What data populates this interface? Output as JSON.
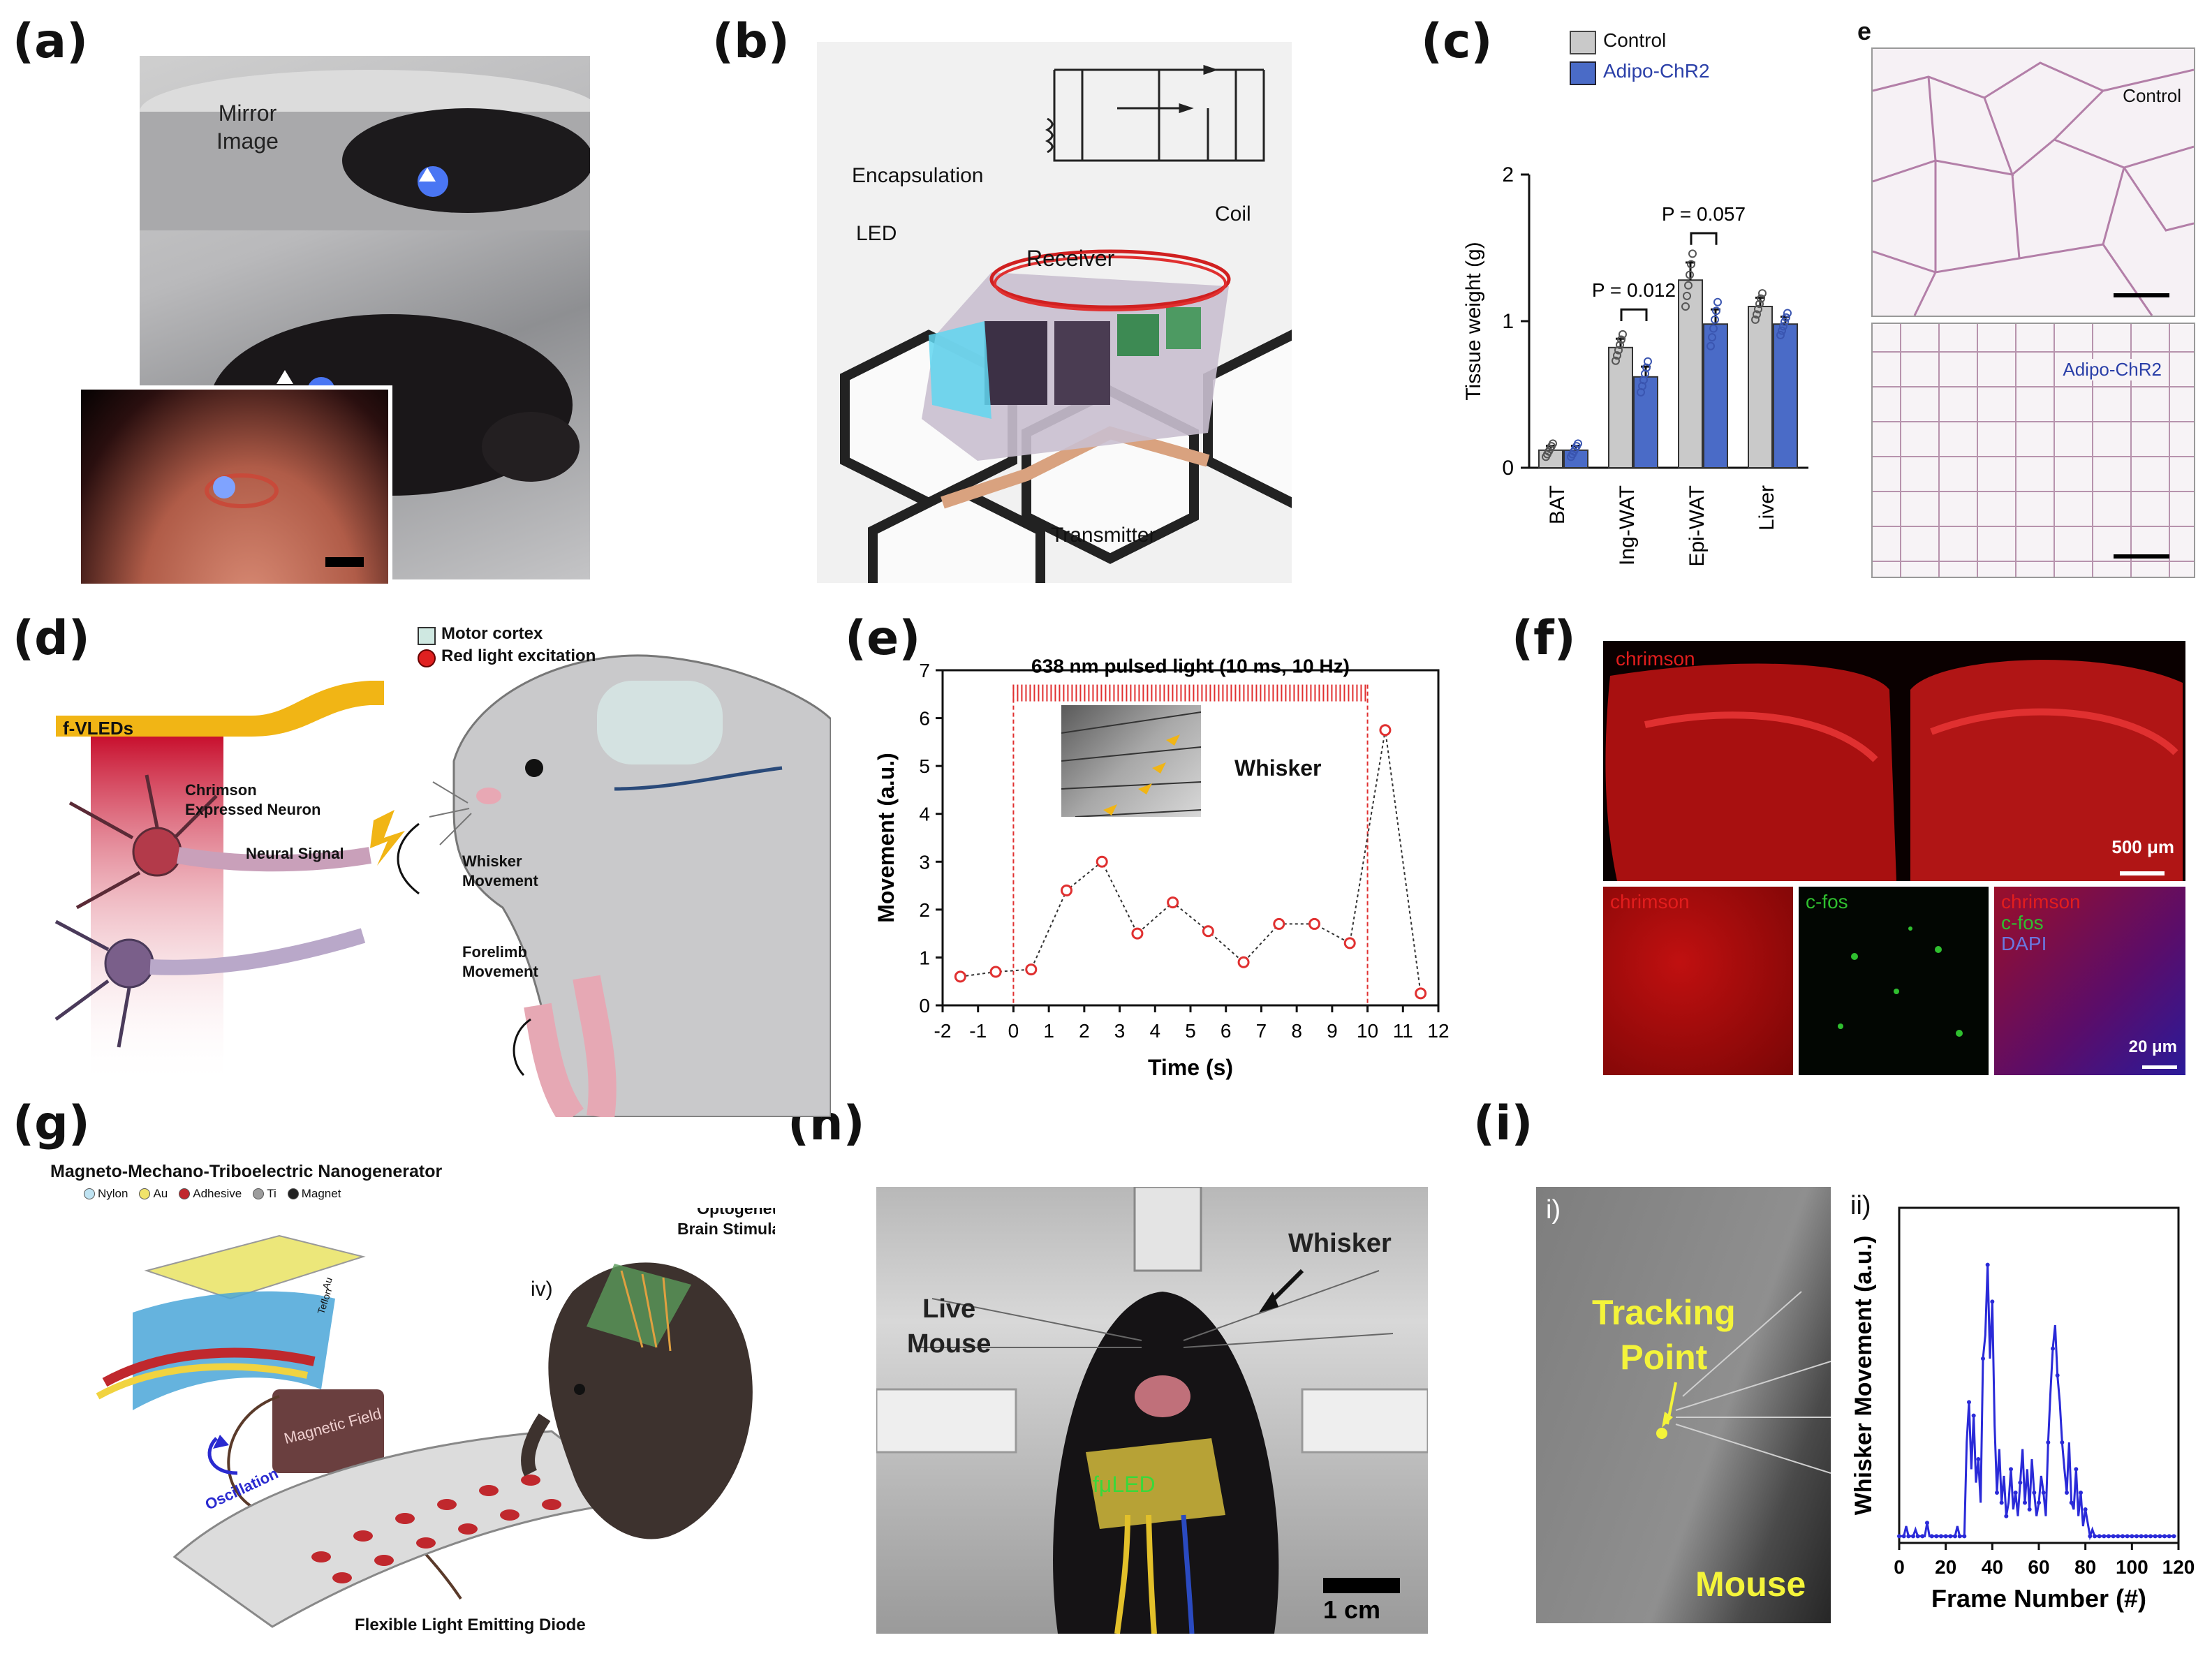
{
  "panels": {
    "a": {
      "letter": "(a)",
      "mirror_image": "Mirror\nImage"
    },
    "b": {
      "letter": "(b)",
      "encapsulation": "Encapsulation",
      "coil": "Coil",
      "led": "LED",
      "receiver": "Receiver",
      "transmitter": "Transmitter"
    },
    "c": {
      "letter": "(c)",
      "e_letter": "e",
      "legend_control": "Control",
      "legend_chr2": "Adipo-ChR2",
      "hist_control": "Control",
      "hist_chr2": "Adipo-ChR2"
    },
    "d": {
      "letter": "(d)",
      "legend_motor": "Motor cortex",
      "legend_red": "Red light excitation",
      "fvleds": "f-VLEDs",
      "chrimson": "Chrimson\nExpressed Neuron",
      "neural_signal": "Neural Signal",
      "whisker_movement": "Whisker\nMovement",
      "forelimb_movement": "Forelimb\nMovement"
    },
    "e": {
      "letter": "(e)",
      "inset_label": "Whisker"
    },
    "f": {
      "letter": "(f)",
      "chrimson_top": "chrimson",
      "scale_top": "500 μm",
      "tile1": "chrimson",
      "tile2": "c-fos",
      "tile3_a": "chrimson",
      "tile3_b": "c-fos",
      "tile3_c": "DAPI",
      "scale_bottom": "20 μm"
    },
    "g": {
      "letter": "(g)",
      "title": "Magneto-Mechano-Triboelectric Nanogenerator",
      "legend": [
        "Nylon",
        "Au",
        "Adhesive",
        "Ti",
        "Magnet"
      ],
      "legend_colors": [
        "#bfe3f2",
        "#f1e36b",
        "#c0282d",
        "#9c9c9c",
        "#222222"
      ],
      "self_powered": "Self-Powered\nOptogenetic\nBrain Stimulation",
      "iv": "iv)",
      "magnetic_field": "Magnetic Field",
      "oscillation": "Oscillation",
      "flexible_led": "Flexible Light Emitting Diode",
      "au": "Au",
      "teflon": "Teflon"
    },
    "h": {
      "letter": "(h)",
      "live_mouse": "Live\nMouse",
      "whisker": "Whisker",
      "fuled": "fμLED",
      "scale": "1 cm"
    },
    "i": {
      "letter": "(i)",
      "sub_i": "i)",
      "sub_ii": "ii)",
      "tracking_point": "Tracking\nPoint",
      "mouse": "Mouse"
    }
  },
  "chart_data": [
    {
      "id": "c",
      "type": "bar",
      "ylabel": "Tissue weight (g)",
      "ylim": [
        0,
        2
      ],
      "yticks": [
        0,
        1,
        2
      ],
      "categories": [
        "BAT",
        "Ing-WAT",
        "Epi-WAT",
        "Liver"
      ],
      "series": [
        {
          "name": "Control",
          "color": "#c9c9c9",
          "values": [
            0.12,
            0.82,
            1.28,
            1.1
          ],
          "errors": [
            0.03,
            0.06,
            0.12,
            0.06
          ]
        },
        {
          "name": "Adipo-ChR2",
          "color": "#4a6bc7",
          "values": [
            0.12,
            0.62,
            0.98,
            0.98
          ],
          "errors": [
            0.03,
            0.07,
            0.1,
            0.05
          ]
        }
      ],
      "annotations": [
        {
          "text": "P = 0.012",
          "between": "Ing-WAT"
        },
        {
          "text": "P = 0.057",
          "between": "Epi-WAT"
        }
      ]
    },
    {
      "id": "e",
      "type": "line",
      "title": "638 nm pulsed light (10 ms, 10 Hz)",
      "xlabel": "Time (s)",
      "ylabel": "Movement (a.u.)",
      "xlim": [
        -2,
        12
      ],
      "ylim": [
        0,
        7
      ],
      "xticks": [
        -2,
        -1,
        0,
        1,
        2,
        3,
        4,
        5,
        6,
        7,
        8,
        9,
        10,
        11,
        12
      ],
      "yticks": [
        0,
        1,
        2,
        3,
        4,
        5,
        6,
        7
      ],
      "x": [
        -1.5,
        -0.5,
        0.5,
        1.5,
        2.5,
        3.5,
        4.5,
        5.5,
        6.5,
        7.5,
        8.5,
        9.5,
        10.5,
        11.5
      ],
      "y": [
        0.6,
        0.7,
        0.75,
        2.4,
        3.0,
        1.5,
        2.15,
        1.55,
        0.9,
        1.7,
        1.7,
        1.3,
        5.75,
        0.25
      ],
      "stim_window": [
        0,
        10
      ]
    },
    {
      "id": "i-ii",
      "type": "line",
      "xlabel": "Frame Number (#)",
      "ylabel": "Whisker Movement (a.u.)",
      "xlim": [
        0,
        120
      ],
      "xticks": [
        0,
        20,
        40,
        60,
        80,
        100,
        120
      ],
      "ylim": [
        0,
        1
      ],
      "y": [
        0.02,
        0.02,
        0.02,
        0.05,
        0.02,
        0.02,
        0.02,
        0.04,
        0.02,
        0.02,
        0.02,
        0.02,
        0.06,
        0.02,
        0.02,
        0.02,
        0.02,
        0.02,
        0.02,
        0.02,
        0.02,
        0.02,
        0.02,
        0.02,
        0.02,
        0.05,
        0.02,
        0.02,
        0.02,
        0.3,
        0.42,
        0.22,
        0.38,
        0.18,
        0.25,
        0.12,
        0.55,
        0.62,
        0.83,
        0.55,
        0.72,
        0.35,
        0.15,
        0.28,
        0.12,
        0.2,
        0.08,
        0.12,
        0.22,
        0.1,
        0.15,
        0.08,
        0.18,
        0.28,
        0.12,
        0.22,
        0.1,
        0.25,
        0.15,
        0.08,
        0.12,
        0.2,
        0.15,
        0.08,
        0.3,
        0.45,
        0.58,
        0.65,
        0.5,
        0.42,
        0.3,
        0.22,
        0.15,
        0.3,
        0.12,
        0.1,
        0.22,
        0.08,
        0.15,
        0.05,
        0.1,
        0.06,
        0.02,
        0.04,
        0.02,
        0.02,
        0.02,
        0.02,
        0.02,
        0.02,
        0.02,
        0.02,
        0.02,
        0.02,
        0.02,
        0.02,
        0.02,
        0.02,
        0.02,
        0.02,
        0.02,
        0.02,
        0.02,
        0.02,
        0.02,
        0.02,
        0.02,
        0.02,
        0.02,
        0.02,
        0.02,
        0.02,
        0.02,
        0.02,
        0.02,
        0.02,
        0.02,
        0.02,
        0.02,
        0.02
      ]
    }
  ]
}
